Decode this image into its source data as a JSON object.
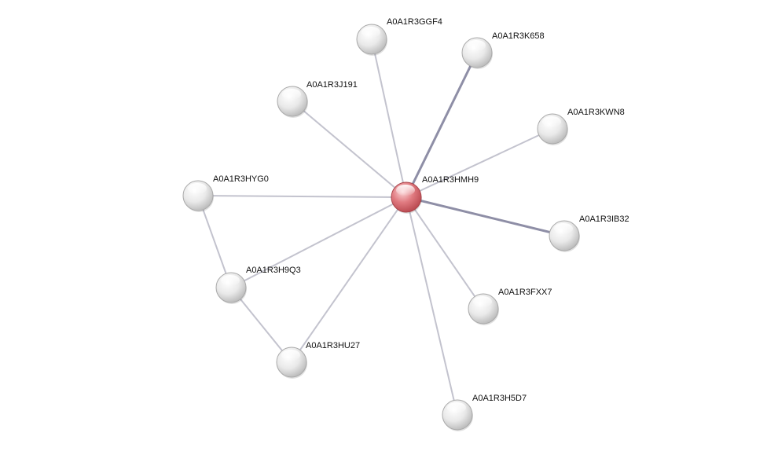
{
  "network": {
    "center_color": "#e06c72",
    "node_color": "#e6e6e6",
    "nodes": [
      {
        "id": "A0A1R3HMH9",
        "label": "A0A1R3HMH9",
        "query": true
      },
      {
        "id": "A0A1R3GGF4",
        "label": "A0A1R3GGF4"
      },
      {
        "id": "A0A1R3K658",
        "label": "A0A1R3K658"
      },
      {
        "id": "A0A1R3J191",
        "label": "A0A1R3J191"
      },
      {
        "id": "A0A1R3KWN8",
        "label": "A0A1R3KWN8"
      },
      {
        "id": "A0A1R3HYG0",
        "label": "A0A1R3HYG0"
      },
      {
        "id": "A0A1R3IB32",
        "label": "A0A1R3IB32"
      },
      {
        "id": "A0A1R3H9Q3",
        "label": "A0A1R3H9Q3"
      },
      {
        "id": "A0A1R3FXX7",
        "label": "A0A1R3FXX7"
      },
      {
        "id": "A0A1R3HU27",
        "label": "A0A1R3HU27"
      },
      {
        "id": "A0A1R3H5D7",
        "label": "A0A1R3H5D7"
      }
    ],
    "edges": [
      {
        "from": "A0A1R3HMH9",
        "to": "A0A1R3GGF4",
        "strong": false
      },
      {
        "from": "A0A1R3HMH9",
        "to": "A0A1R3K658",
        "strong": true
      },
      {
        "from": "A0A1R3HMH9",
        "to": "A0A1R3J191",
        "strong": false
      },
      {
        "from": "A0A1R3HMH9",
        "to": "A0A1R3KWN8",
        "strong": false
      },
      {
        "from": "A0A1R3HMH9",
        "to": "A0A1R3HYG0",
        "strong": false
      },
      {
        "from": "A0A1R3HMH9",
        "to": "A0A1R3IB32",
        "strong": true
      },
      {
        "from": "A0A1R3HMH9",
        "to": "A0A1R3H9Q3",
        "strong": false
      },
      {
        "from": "A0A1R3HMH9",
        "to": "A0A1R3FXX7",
        "strong": false
      },
      {
        "from": "A0A1R3HMH9",
        "to": "A0A1R3HU27",
        "strong": false
      },
      {
        "from": "A0A1R3HMH9",
        "to": "A0A1R3H5D7",
        "strong": false
      },
      {
        "from": "A0A1R3HYG0",
        "to": "A0A1R3H9Q3",
        "strong": false
      },
      {
        "from": "A0A1R3H9Q3",
        "to": "A0A1R3HU27",
        "strong": false
      }
    ]
  }
}
